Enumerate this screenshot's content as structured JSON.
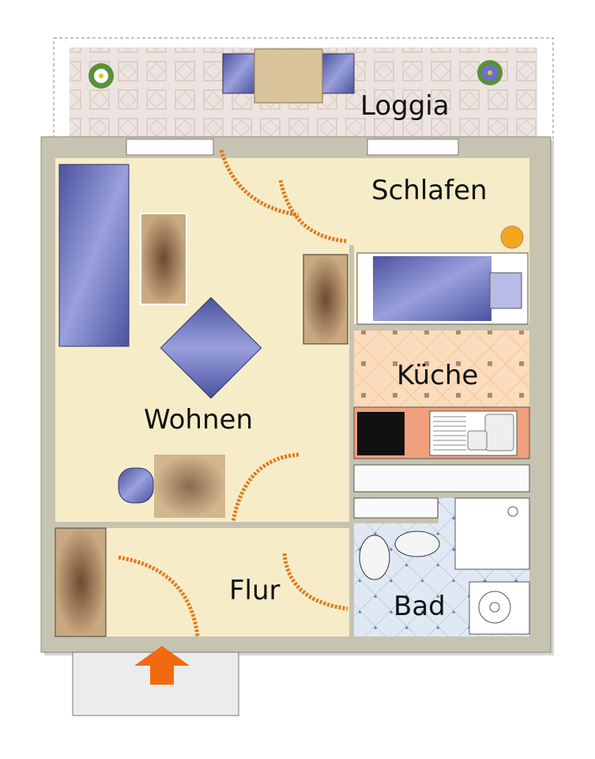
{
  "plan": {
    "rooms": {
      "loggia": "Loggia",
      "schlafen": "Schlafen",
      "kueche": "Küche",
      "wohnen": "Wohnen",
      "flur": "Flur",
      "bad": "Bad"
    },
    "colors": {
      "wall": "#c7c3b1",
      "floor": "#f6edc8",
      "kitchen_floor": "#fadcbc",
      "kitchen_counter": "#f0a07c",
      "bath_floor": "#dfe8f2",
      "furniture_blue": "#6d74b8",
      "furniture_brown": "#7a6248",
      "door_arc": "#e07a1c",
      "entry_arrow": "#f26a10"
    }
  }
}
